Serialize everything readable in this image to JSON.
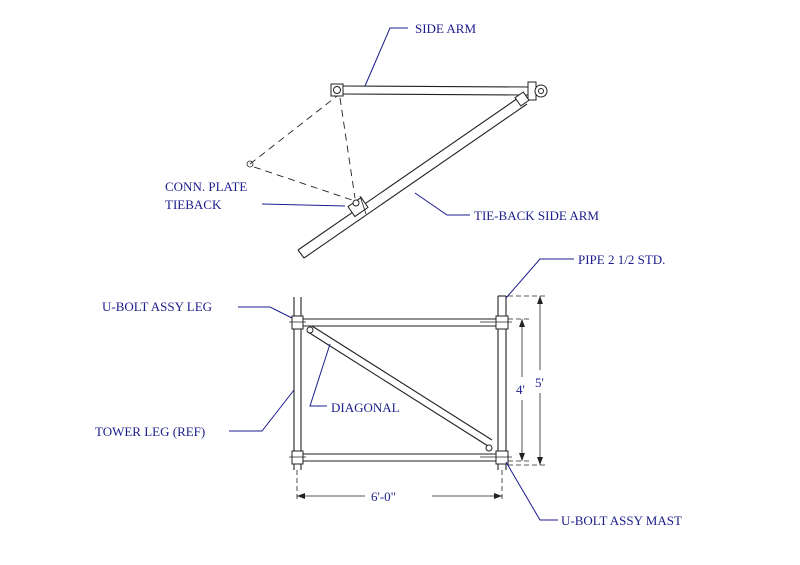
{
  "labels": {
    "side_arm": "SIDE ARM",
    "conn_plate": "CONN. PLATE",
    "tieback": "TIEBACK",
    "tie_back_side_arm": "TIE-BACK SIDE ARM",
    "pipe": "PIPE 2 1/2 STD.",
    "u_bolt_leg": "U-BOLT ASSY LEG",
    "diagonal": "DIAGONAL",
    "tower_leg": "TOWER LEG (REF)",
    "u_bolt_mast": "U-BOLT ASSY MAST"
  },
  "dimensions": {
    "width": "6'-0\"",
    "height_inner": "4'",
    "height_outer": "5'"
  },
  "colors": {
    "text": "#1c1c8c",
    "line": "#222222"
  }
}
